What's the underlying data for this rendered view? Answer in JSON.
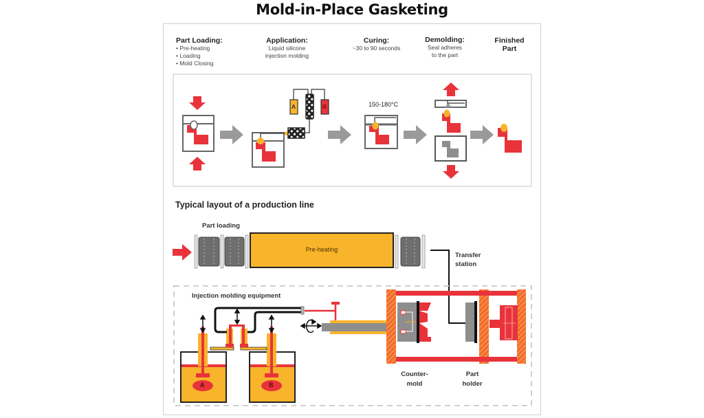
{
  "title": "Mold-in-Place Gasketing",
  "stages": [
    {
      "title": "Part Loading:",
      "bullets": [
        "• Pre-heating",
        "• Loading",
        "• Mold Closing"
      ]
    },
    {
      "title": "Application:",
      "subtitle_lines": [
        "Liquid silicone",
        "injection molding"
      ]
    },
    {
      "title": "Curing:",
      "subtitle_lines": [
        "~30 to 90 seconds"
      ]
    },
    {
      "title": "Demolding:",
      "subtitle_lines": [
        "Seal adheres",
        "to the part"
      ]
    },
    {
      "title_lines": [
        "Finished",
        "Part"
      ]
    }
  ],
  "process": {
    "temperature": "150-180°C",
    "component_a": "A",
    "component_b": "B"
  },
  "production_line": {
    "title": "Typical layout of a production line",
    "part_loading": "Part loading",
    "pre_heating": "Pre-heating",
    "transfer_station_lines": [
      "Transfer",
      "station"
    ],
    "injection_equipment": "Injection molding equipment",
    "tank_a": "A",
    "tank_b": "B",
    "counter_mold_lines": [
      "Counter-",
      "mold"
    ],
    "part_holder_lines": [
      "Part",
      "holder"
    ]
  },
  "colors": {
    "red": "#e8333b",
    "yellow": "#f8b42a",
    "gray": "#8e8e8e",
    "dark": "#222222"
  }
}
